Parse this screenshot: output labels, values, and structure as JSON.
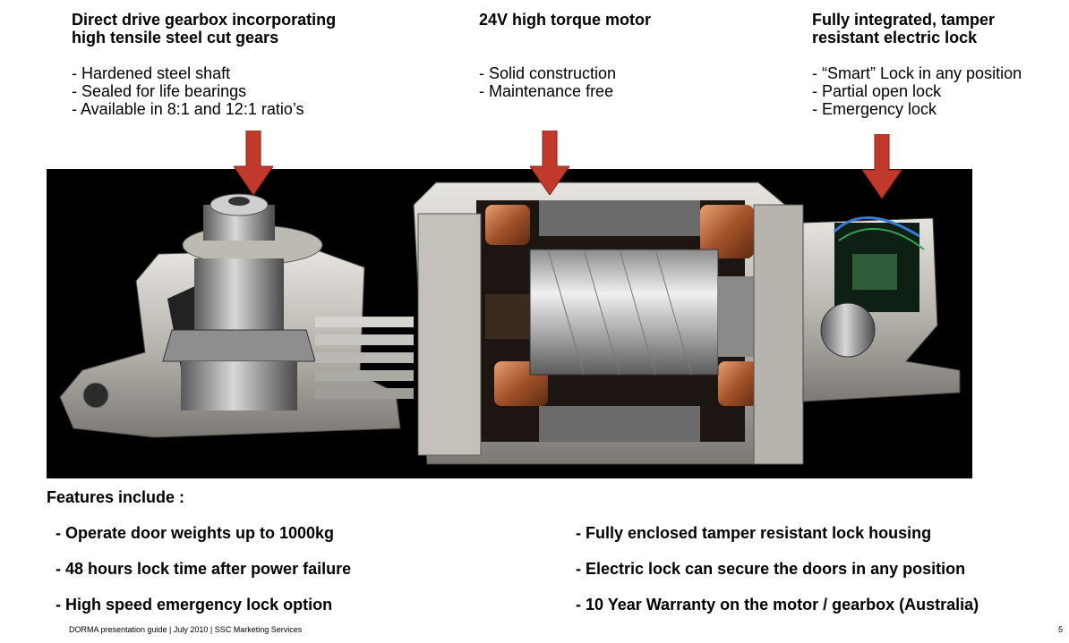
{
  "columns": [
    {
      "title_lines": [
        "Direct drive gearbox incorporating",
        "high tensile steel cut gears"
      ],
      "bullets": [
        "-  Hardened steel shaft",
        "-  Sealed for life bearings",
        "-  Available in 8:1 and 12:1 ratio’s"
      ]
    },
    {
      "title_lines": [
        "24V high torque motor"
      ],
      "bullets": [
        "- Solid construction",
        "- Maintenance free"
      ]
    },
    {
      "title_lines": [
        "Fully integrated, tamper",
        "resistant electric lock"
      ],
      "bullets": [
        "- “Smart” Lock in any position",
        "- Partial open lock",
        "- Emergency lock"
      ]
    }
  ],
  "colors": {
    "arrow": "#c0392b",
    "photo_background": "#000000"
  },
  "features": {
    "heading": "Features include :",
    "left": [
      "- Operate door weights up to 1000kg",
      "- 48 hours lock time after power failure",
      "- High speed emergency lock option"
    ],
    "right": [
      "- Fully enclosed tamper resistant lock housing",
      "- Electric lock can secure the doors in any position",
      "- 10 Year Warranty on the motor / gearbox (Australia)"
    ]
  },
  "footer": {
    "text": "DORMA presentation guide | July 2010 | SSC Marketing Services",
    "page_number": "5"
  }
}
